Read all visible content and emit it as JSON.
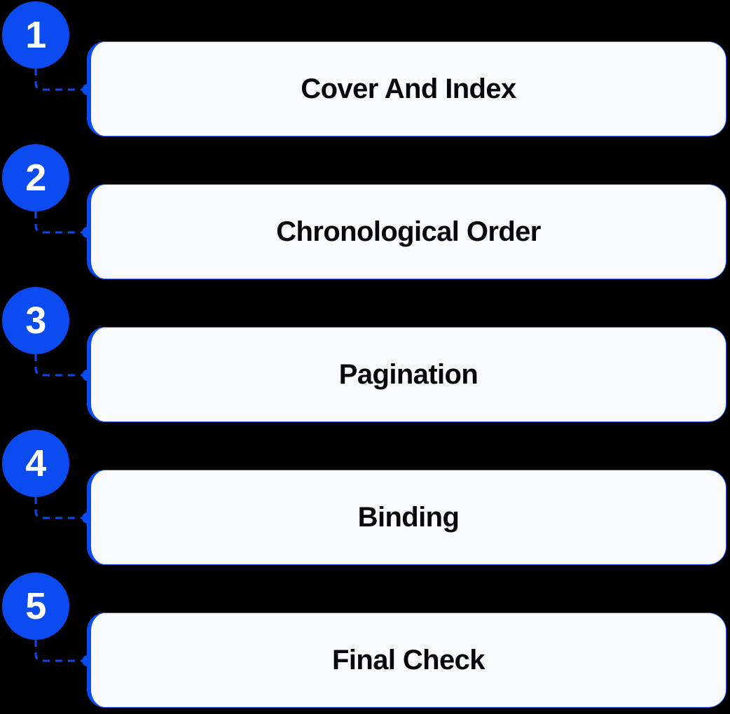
{
  "diagram": {
    "type": "vertical-numbered-process-flow",
    "background_color": "#000000",
    "accent_color": "#0b4bf0",
    "card_background_color": "#f9fafe",
    "card_border_color": "#2a63f2",
    "label_color": "#08080a",
    "badge_text_color": "#ffffff",
    "connector_style": "dashed-elbow",
    "step_count": 5,
    "steps": [
      {
        "number": "1",
        "label": "Cover And Index"
      },
      {
        "number": "2",
        "label": "Chronological Order"
      },
      {
        "number": "3",
        "label": "Pagination"
      },
      {
        "number": "4",
        "label": "Binding"
      },
      {
        "number": "5",
        "label": "Final Check"
      }
    ]
  }
}
